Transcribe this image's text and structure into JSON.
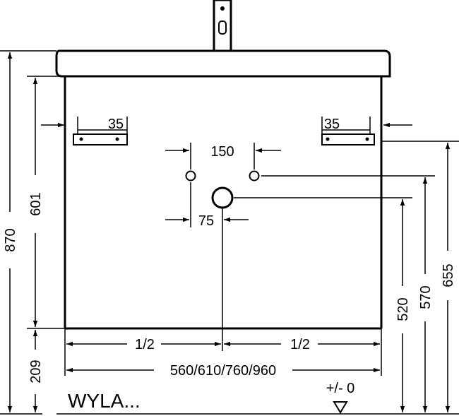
{
  "brand_label": "WYLA...",
  "floor_tolerance": "+/- 0",
  "dimensions": {
    "total_height": "870",
    "cabinet_height": "601",
    "plinth_height": "209",
    "bracket_offset_left": "35",
    "bracket_offset_right": "35",
    "supply_spacing": "150",
    "supply_offset": "75",
    "waste_height": "520",
    "supply_height": "570",
    "bracket_height": "655",
    "half_left": "1/2",
    "half_right": "1/2",
    "widths": "560/610/760/960"
  },
  "colors": {
    "line": "#000000",
    "background": "#ffffff"
  }
}
